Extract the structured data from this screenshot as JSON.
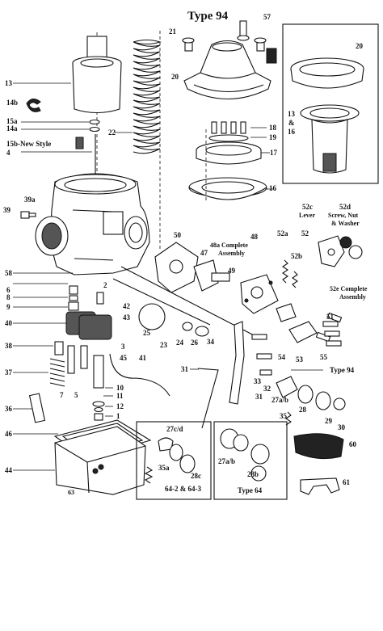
{
  "title": "Type 94",
  "labels": {
    "l57": "57",
    "l21": "21",
    "l20a": "20",
    "l20b": "20",
    "l13a": "13",
    "l14b": "14b",
    "l15a": "15a",
    "l14a": "14a",
    "l15b": "15b-New Style",
    "l4": "4",
    "l22": "22",
    "l18": "18",
    "l19": "19",
    "l17": "17",
    "l16a": "16",
    "l13b": "13",
    "amp": "&",
    "l16b": "16",
    "l39a": "39a",
    "l39": "39",
    "l58": "58",
    "l6": "6",
    "l8": "8",
    "l9": "9",
    "l40": "40",
    "l38": "38",
    "l37": "37",
    "l36": "36",
    "l46": "46",
    "l44": "44",
    "l63": "63",
    "l1": "1",
    "l2": "2",
    "l3": "3",
    "l5": "5",
    "l7": "7",
    "l10": "10",
    "l11": "11",
    "l12": "12",
    "l41": "41",
    "l42": "42",
    "l43": "43",
    "l45": "45",
    "l23": "23",
    "l24": "24",
    "l25": "25",
    "l26": "26",
    "l50": "50",
    "l48a": "48a Complete",
    "l48a2": "Assembly",
    "l48": "48",
    "l49": "49",
    "l47": "47",
    "l52a": "52a",
    "l52b": "52b",
    "l52": "52",
    "l52c": "52c",
    "l52c2": "Lever",
    "l52d": "52d",
    "l52d2": "Screw, Nut",
    "l52d3": "& Washer",
    "l52e": "52e Complete",
    "l52e2": "Assembly",
    "l51": "51",
    "l53": "53",
    "l54": "54",
    "l55": "55",
    "l34": "34",
    "l33": "33",
    "l32": "32",
    "l31a": "31",
    "l31b": "31",
    "l35": "35",
    "l27ab": "27a/b",
    "l28": "28",
    "l29": "29",
    "l30": "30",
    "ltype94": "Type 94",
    "l27cd": "27c/d",
    "l35a": "35a",
    "l28c": "28c",
    "l6423": "64-2 & 64-3",
    "l27ab2": "27a/b",
    "l28b": "28b",
    "ltype64": "Type 64",
    "l60": "60",
    "l61": "61"
  }
}
